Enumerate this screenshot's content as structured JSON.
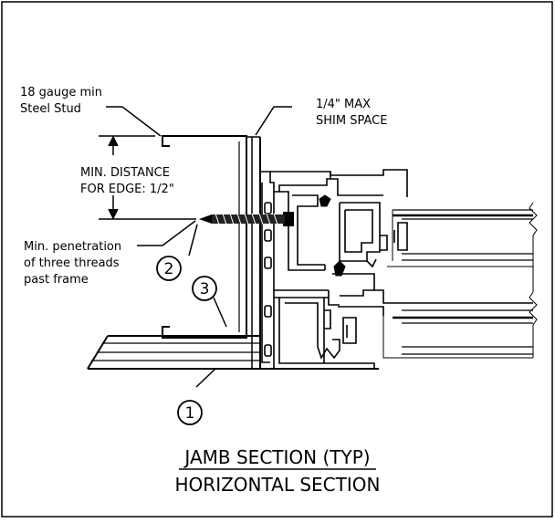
{
  "callouts": {
    "stud": [
      "18 gauge min",
      "Steel Stud"
    ],
    "shim": [
      "1/4\" MAX",
      "SHIM SPACE"
    ],
    "edge": [
      "MIN. DISTANCE",
      "FOR EDGE: 1/2\""
    ],
    "penetration": [
      "Min. penetration",
      "of three threads",
      "past frame"
    ]
  },
  "markers": [
    "1",
    "2",
    "3"
  ],
  "title": {
    "line1": "JAMB SECTION (TYP)",
    "line2": "HORIZONTAL SECTION"
  }
}
